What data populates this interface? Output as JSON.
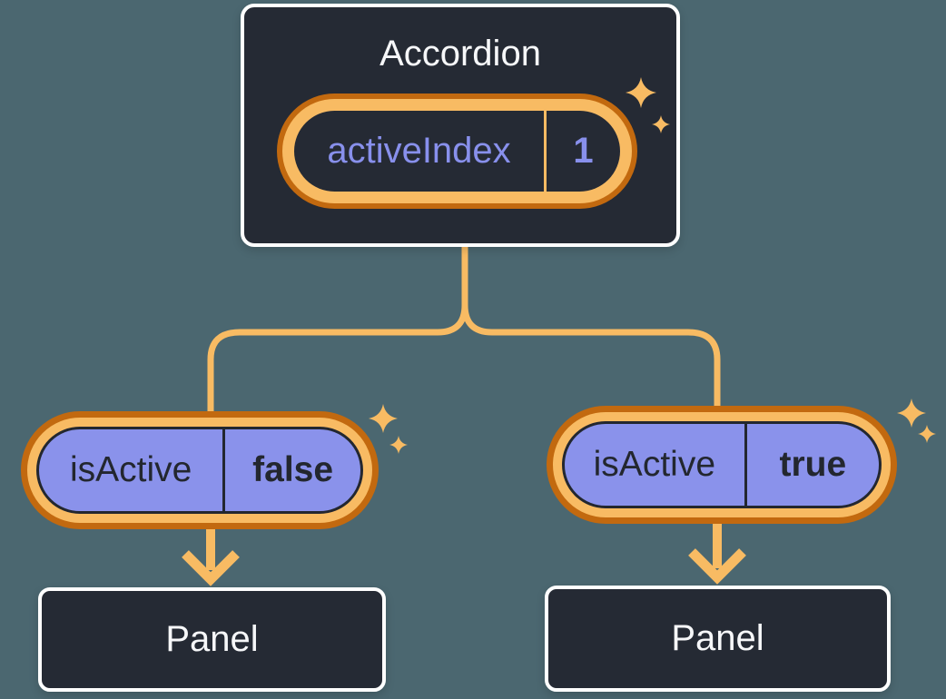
{
  "colors": {
    "background": "#4B6770",
    "box_fill": "#252A34",
    "box_border": "#FFFFFF",
    "text_light": "#F6F7F9",
    "text_dark": "#23272F",
    "orange_light": "#F8BB63",
    "orange_dark": "#C2690F",
    "purple_fill": "#8A92EB",
    "purple_text": "#8890EC"
  },
  "root_component": {
    "title": "Accordion",
    "state_pill": {
      "label": "activeIndex",
      "value": "1"
    }
  },
  "children": [
    {
      "prop_pill": {
        "label": "isActive",
        "value": "false"
      },
      "component": {
        "title": "Panel"
      }
    },
    {
      "prop_pill": {
        "label": "isActive",
        "value": "true"
      },
      "component": {
        "title": "Panel"
      }
    }
  ]
}
